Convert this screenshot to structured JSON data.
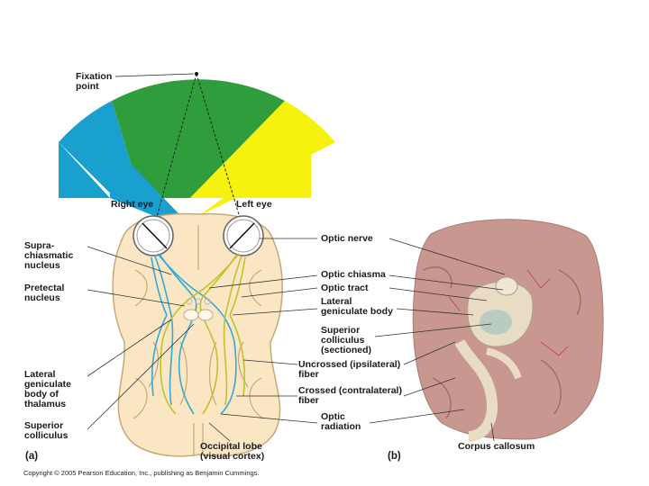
{
  "colors": {
    "right_field": "#1aa0cf",
    "binocular_field": "#2f9d3c",
    "left_field": "#f7f20d",
    "brain_fill": "#fbe6c4",
    "brain_outline": "#c9a777",
    "tract_blue": "#33a9d6",
    "tract_yellow": "#bfc22a",
    "photo_brain": "#c8978f",
    "photo_white_matter": "#e8dcc4"
  },
  "labels": {
    "fixation_point": "Fixation\npoint",
    "right_eye": "Right eye",
    "left_eye": "Left eye",
    "suprachiasmatic": "Supra-\nchiasmatic\nnucleus",
    "pretectal": "Pretectal\nnucleus",
    "lgn_thalamus": "Lateral\ngeniculate\nbody of\nthalamus",
    "superior_colliculus": "Superior\ncolliculus",
    "optic_nerve": "Optic nerve",
    "optic_chiasma": "Optic chiasma",
    "optic_tract": "Optic tract",
    "lgn": "Lateral\ngeniculate body",
    "sup_coll_sectioned": "Superior\ncolliculus\n(sectioned)",
    "uncrossed": "Uncrossed (ipsilateral)\nfiber",
    "crossed": "Crossed (contralateral)\nfiber",
    "optic_radiation": "Optic\nradiation",
    "occipital": "Occipital lobe\n(visual cortex)",
    "corpus_callosum": "Corpus callosum",
    "panel_a": "(a)",
    "panel_b": "(b)"
  },
  "copyright": "Copyright © 2005 Pearson Education, Inc., publishing as Benjamin Cummings."
}
